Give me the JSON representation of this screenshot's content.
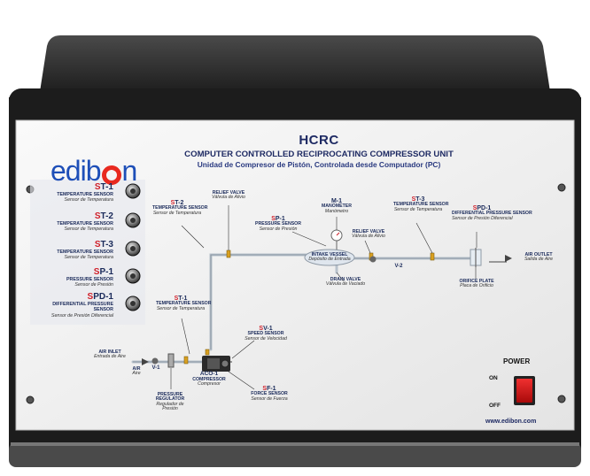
{
  "panel": {
    "code": "HCRC",
    "title_en": "COMPUTER CONTROLLED RECIPROCATING COMPRESSOR UNIT",
    "title_es": "Unidad de Compresor de Pistón, Controlada desde Computador (PC)",
    "brand": "edibon",
    "website": "www.edibon.com",
    "colors": {
      "frame": "#2b2b2b",
      "faceplate": "#f2f2f2",
      "text": "#1e2a63",
      "accent": "#d0202a",
      "logo": "#1e4fb8"
    }
  },
  "sensors": [
    {
      "prefix": "S",
      "suffix": "T-1",
      "en": "TEMPERATURE SENSOR",
      "es": "Sensor de Temperatura"
    },
    {
      "prefix": "S",
      "suffix": "T-2",
      "en": "TEMPERATURE SENSOR",
      "es": "Sensor de Temperatura"
    },
    {
      "prefix": "S",
      "suffix": "T-3",
      "en": "TEMPERATURE SENSOR",
      "es": "Sensor de Temperatura"
    },
    {
      "prefix": "S",
      "suffix": "P-1",
      "en": "PRESSURE SENSOR",
      "es": "Sensor de Presión"
    },
    {
      "prefix": "S",
      "suffix": "PD-1",
      "en": "DIFFERENTIAL PRESSURE SENSOR",
      "es": "Sensor de Presión Diferencial"
    }
  ],
  "diagram": {
    "st2": {
      "prefix": "S",
      "suffix": "T-2",
      "en": "TEMPERATURE SENSOR",
      "es": "Sensor de Temperatura"
    },
    "relief1": {
      "en": "RELIEF VALVE",
      "es": "Válvula de Alivio"
    },
    "sp1": {
      "prefix": "S",
      "suffix": "P-1",
      "en": "PRESSURE SENSOR",
      "es": "Sensor de Presión"
    },
    "m1": {
      "tag": "M-1",
      "en": "MANOMETER",
      "es": "Manómetro"
    },
    "intake": {
      "en": "INTAKE VESSEL",
      "es": "Depósito de Entrada"
    },
    "relief2": {
      "en": "RELIEF VALVE",
      "es": "Válvula de Alivio"
    },
    "v2": "V-2",
    "st3": {
      "prefix": "S",
      "suffix": "T-3",
      "en": "TEMPERATURE SENSOR",
      "es": "Sensor de Temperatura"
    },
    "spd1": {
      "prefix": "S",
      "suffix": "PD-1",
      "en": "DIFFERENTIAL PRESSURE SENSOR",
      "es": "Sensor de Presión Diferencial"
    },
    "drain": {
      "en": "DRAIN VALVE",
      "es": "Válvula de Vaciado"
    },
    "orifice": {
      "en": "ORIFICE PLATE",
      "es": "Placa de Orificio"
    },
    "outlet": {
      "en": "AIR OUTLET",
      "es": "Salida de Aire"
    },
    "st1": {
      "prefix": "S",
      "suffix": "T-1",
      "en": "TEMPERATURE SENSOR",
      "es": "Sensor de Temperatura"
    },
    "sv1": {
      "prefix": "S",
      "suffix": "V-1",
      "en": "SPEED SENSOR",
      "es": "Sensor de Velocidad"
    },
    "inlet": {
      "en": "AIR INLET",
      "es": "Entrada de Aire"
    },
    "v1": "V-1",
    "air": {
      "en": "AIR",
      "es": "Aire"
    },
    "aco1": {
      "tag": "ACO-1",
      "en": "COMPRESSOR",
      "es": "Compresor"
    },
    "regulator": {
      "en": "PRESSURE REGULATOR",
      "es": "Regulador de Presión"
    },
    "sf1": {
      "prefix": "S",
      "suffix": "F-1",
      "en": "FORCE SENSOR",
      "es": "Sensor de Fuerza"
    }
  },
  "power": {
    "label": "POWER",
    "on": "ON",
    "off": "OFF",
    "color": "#e01a1a"
  }
}
